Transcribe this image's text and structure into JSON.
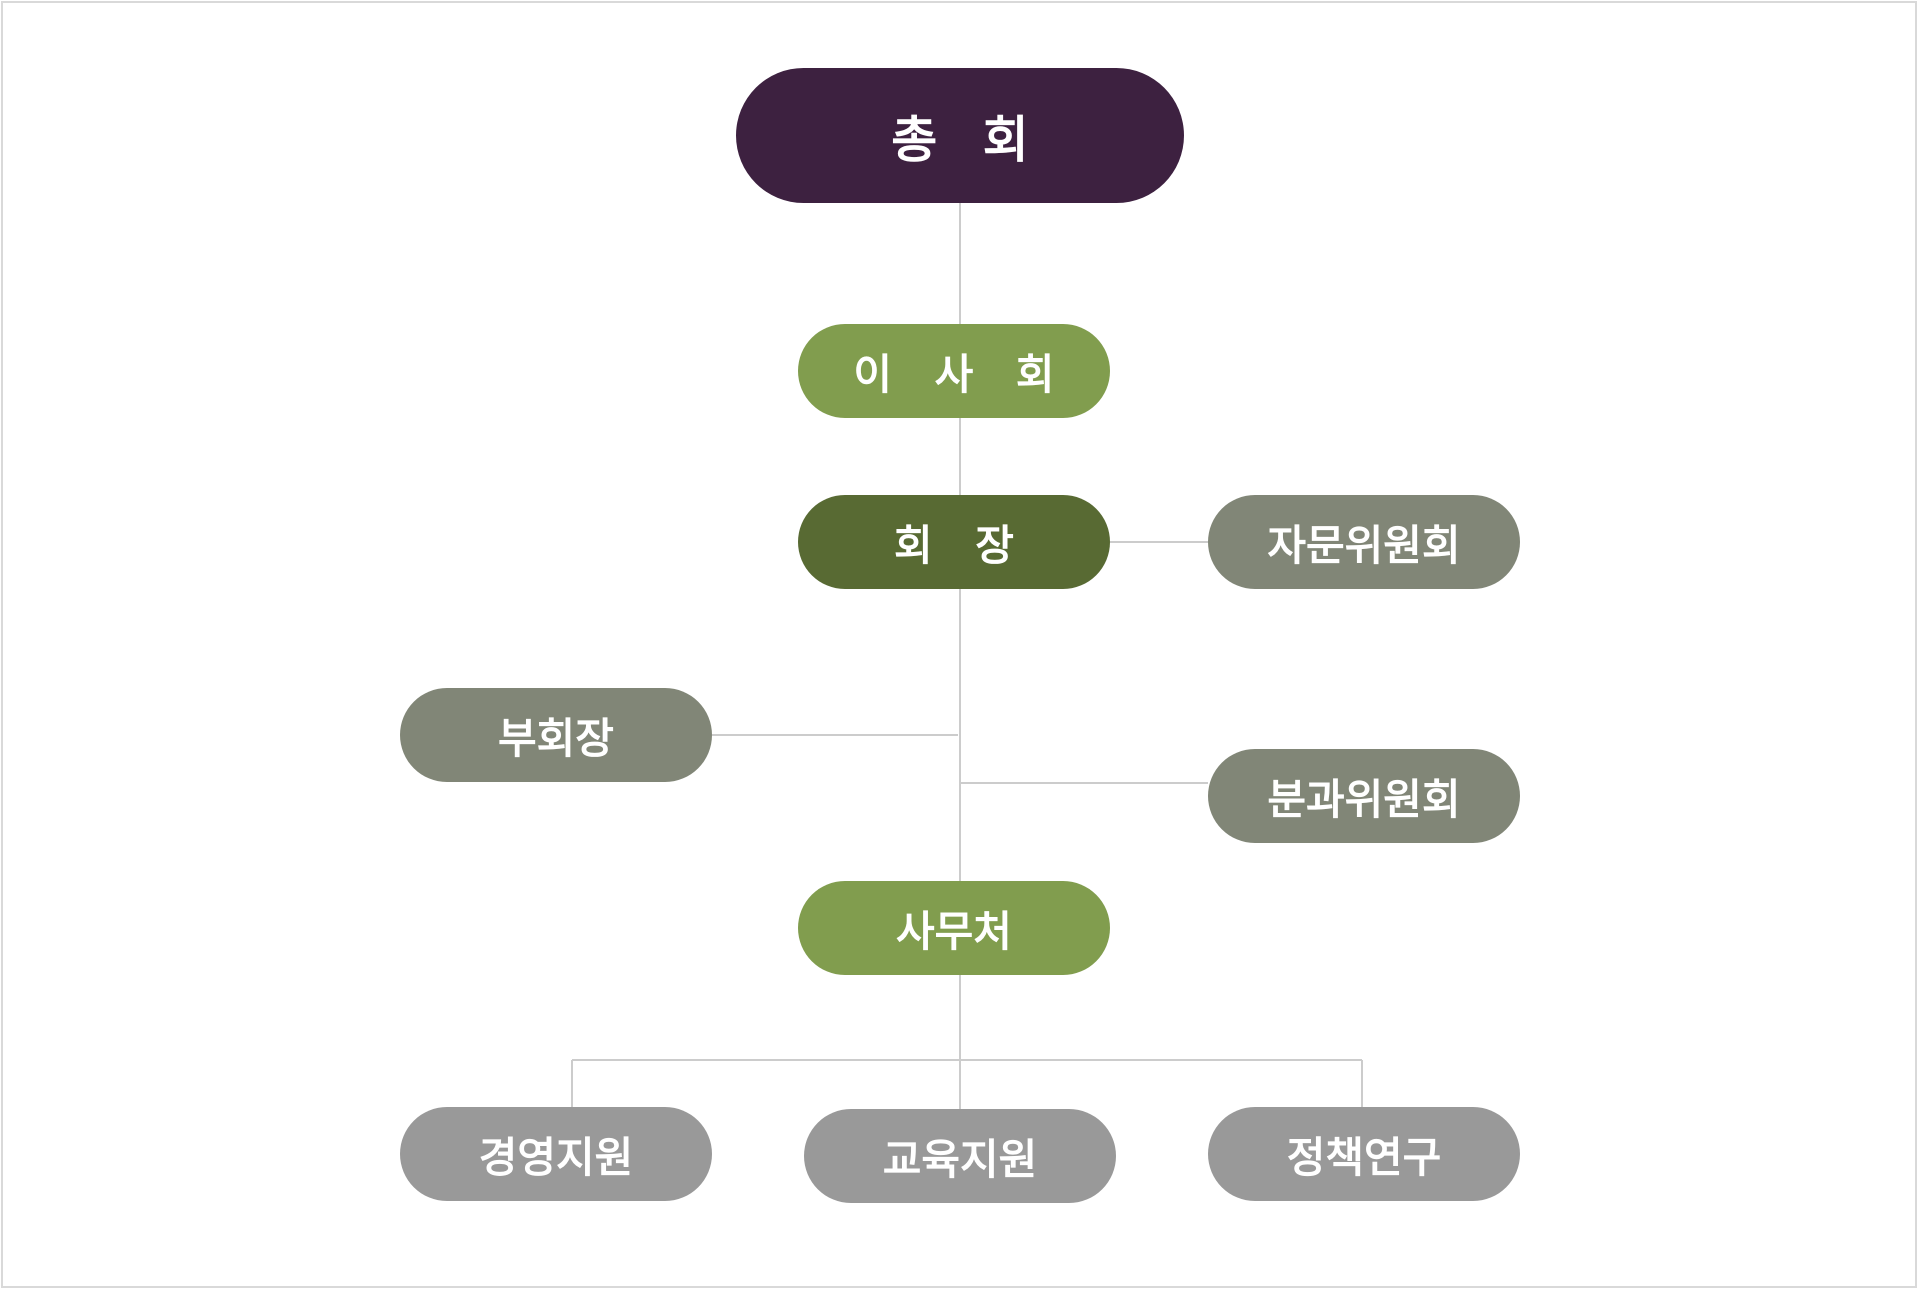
{
  "colors": {
    "general": "#3d2140",
    "board": "#819d4e",
    "chair": "#586a33",
    "committee": "#818677",
    "office": "#819d4e",
    "support": "#999999",
    "connector": "#cccccc",
    "border": "#d9d9d9"
  },
  "org": {
    "general_assembly": "총 회",
    "board": "이 사 회",
    "chairman": "회 장",
    "advisory_committee": "자문위원회",
    "vice_chairman": "부회장",
    "section_committee": "분과위원회",
    "secretariat": "사무처",
    "departments": [
      "경영지원",
      "교육지원",
      "정책연구"
    ]
  }
}
